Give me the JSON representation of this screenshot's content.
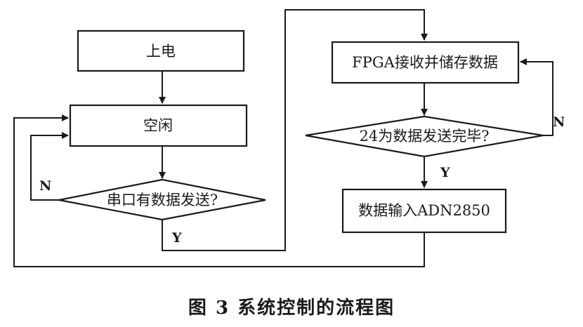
{
  "nodes": {
    "power_on": "上电",
    "idle": "空闲",
    "serial_check": "串口有数据发送?",
    "fpga_receive": "FPGA接收并储存数据",
    "send_done_check": "24为数据发送完毕?",
    "input_adn": "数据输入ADN2850"
  },
  "edges": {
    "serial_no": "N",
    "serial_yes": "Y",
    "send_no": "N",
    "send_yes": "Y"
  },
  "caption": "图 3    系统控制的流程图"
}
